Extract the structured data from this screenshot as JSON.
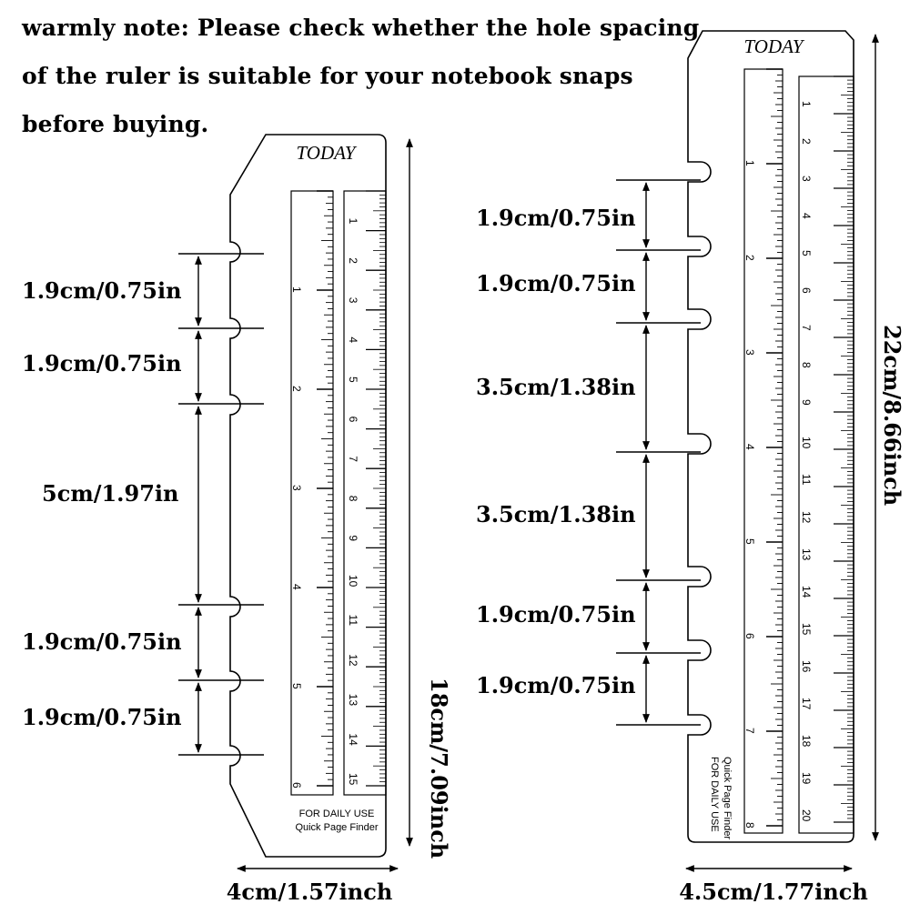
{
  "note": {
    "line1": "warmly note: Please check whether the hole spacing",
    "line2": "of the ruler is suitable for your notebook snaps",
    "line3": "before buying."
  },
  "small_ruler": {
    "title": "TODAY",
    "footer_line1": "FOR DAILY USE",
    "footer_line2": "Quick Page Finder",
    "inch_numbers": [
      "1",
      "2",
      "3",
      "4",
      "5",
      "6"
    ],
    "cm_numbers": [
      "1",
      "2",
      "3",
      "4",
      "5",
      "6",
      "7",
      "8",
      "9",
      "10",
      "11",
      "12",
      "13",
      "14",
      "15"
    ],
    "hole_spacings": [
      "1.9cm/0.75in",
      "1.9cm/0.75in",
      "5cm/1.97in",
      "1.9cm/0.75in",
      "1.9cm/0.75in"
    ],
    "height_label": "18cm/7.09inch",
    "width_label": "4cm/1.57inch"
  },
  "large_ruler": {
    "title": "TODAY",
    "footer_line1": "FOR DAILY USE",
    "footer_line2": "Quick Page Finder",
    "inch_numbers": [
      "1",
      "2",
      "3",
      "4",
      "5",
      "6",
      "7",
      "8"
    ],
    "cm_numbers": [
      "1",
      "2",
      "3",
      "4",
      "5",
      "6",
      "7",
      "8",
      "9",
      "10",
      "11",
      "12",
      "13",
      "14",
      "15",
      "16",
      "17",
      "18",
      "19",
      "20"
    ],
    "hole_spacings": [
      "1.9cm/0.75in",
      "1.9cm/0.75in",
      "3.5cm/1.38in",
      "3.5cm/1.38in",
      "1.9cm/0.75in",
      "1.9cm/0.75in"
    ],
    "height_label": "22cm/8.66inch",
    "width_label": "4.5cm/1.77inch"
  },
  "colors": {
    "ink": "#000000",
    "background": "#ffffff"
  }
}
